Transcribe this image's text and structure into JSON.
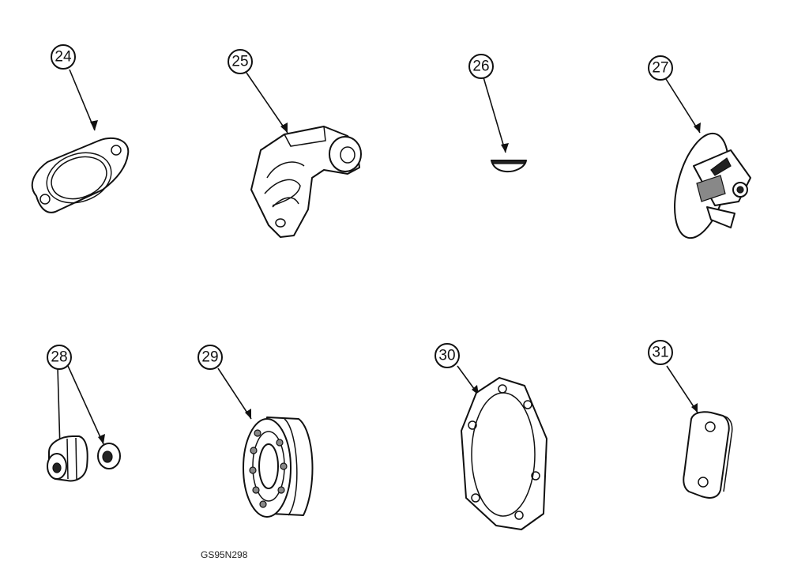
{
  "figure_id": "GS95N298",
  "callouts": [
    {
      "id": "24",
      "label": "24",
      "part": "gasket-oval-flange"
    },
    {
      "id": "25",
      "label": "25",
      "part": "bracket-housing"
    },
    {
      "id": "26",
      "label": "26",
      "part": "woodruff-key"
    },
    {
      "id": "27",
      "label": "27",
      "part": "impeller"
    },
    {
      "id": "28",
      "label": "28",
      "part": "seal-assembly"
    },
    {
      "id": "29",
      "label": "29",
      "part": "ball-bearing"
    },
    {
      "id": "30",
      "label": "30",
      "part": "gasket-hexagonal"
    },
    {
      "id": "31",
      "label": "31",
      "part": "cover-plate"
    }
  ],
  "colors": {
    "ink": "#111111",
    "paper": "#ffffff"
  }
}
